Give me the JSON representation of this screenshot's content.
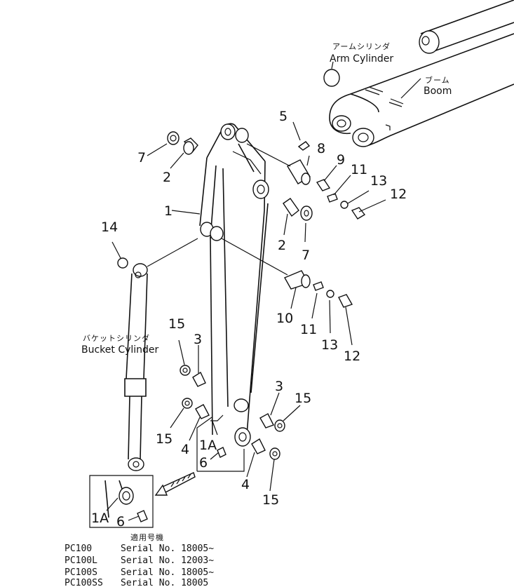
{
  "labels": {
    "arm_cylinder_jp": "アームシリンダ",
    "arm_cylinder_en": "Arm Cylinder",
    "boom_jp": "ブーム",
    "boom_en": "Boom",
    "bucket_cylinder_jp": "バケットシリンダ",
    "bucket_cylinder_en": "Bucket Cylinder"
  },
  "callouts": {
    "n1": "1",
    "n2a": "2",
    "n2b": "2",
    "n3a": "3",
    "n3b": "3",
    "n4a": "4",
    "n4b": "4",
    "n5": "5",
    "n6a": "6",
    "n6b": "6",
    "n7a": "7",
    "n7b": "7",
    "n8": "8",
    "n9": "9",
    "n10": "10",
    "n11a": "11",
    "n11b": "11",
    "n12a": "12",
    "n12b": "12",
    "n13a": "13",
    "n13b": "13",
    "n14": "14",
    "n15a": "15",
    "n15b": "15",
    "n15c": "15",
    "n15d": "15",
    "n1Aa": "1A",
    "n1Ab": "1A"
  },
  "serial_table": {
    "heading": "適用号機",
    "rows": [
      {
        "model": "PC100",
        "text": "Serial No. 18005~"
      },
      {
        "model": "PC100L",
        "text": "Serial No. 12003~"
      },
      {
        "model": "PC100S",
        "text": "Serial No. 18005~"
      },
      {
        "model": "PC100SS",
        "text": "Serial No. 18005"
      }
    ]
  }
}
